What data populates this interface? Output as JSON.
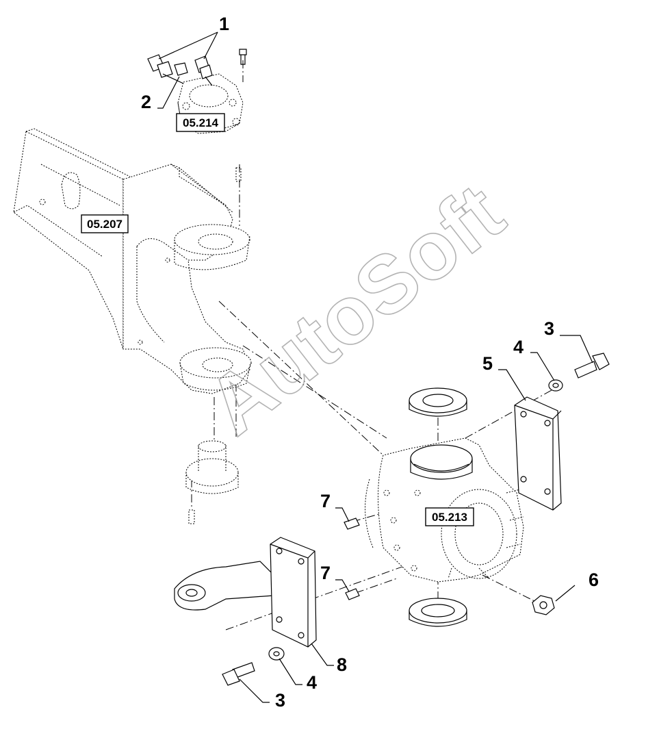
{
  "watermark": "AutoSoft",
  "callouts": {
    "c1": "1",
    "c2": "2",
    "c3_top": "3",
    "c4_top": "4",
    "c5": "5",
    "c6": "6",
    "c7_upper": "7",
    "c7_lower": "7",
    "c8": "8",
    "c4_bottom": "4",
    "c3_bottom": "3"
  },
  "references": {
    "ref_05_214": "05.214",
    "ref_05_207": "05.207",
    "ref_05_213": "05.213"
  }
}
